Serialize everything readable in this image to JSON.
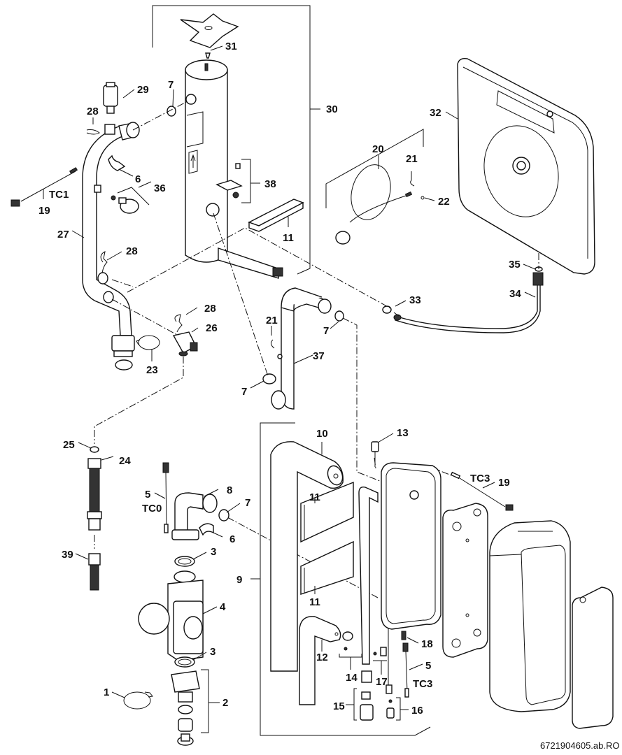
{
  "diagram": {
    "type": "exploded-parts-view",
    "reference_code": "6721904605.ab.RO",
    "labels": {
      "p1": "1",
      "p2": "2",
      "p3a": "3",
      "p3b": "3",
      "p4": "4",
      "p5a": "5",
      "p5a_sub": "TC0",
      "p5b": "5",
      "p5b_sub": "TC3",
      "p6a": "6",
      "p6b": "6",
      "p7a": "7",
      "p7b": "7",
      "p7c": "7",
      "p7d": "7",
      "p8": "8",
      "p9": "9",
      "p10": "10",
      "p11a": "11",
      "p11b": "11",
      "p11c": "11",
      "p12": "12",
      "p13": "13",
      "p14": "14",
      "p15": "15",
      "p16": "16",
      "p17": "17",
      "p18": "18",
      "p19a": "19",
      "p19a_sub": "TC1",
      "p19b": "19",
      "p19b_sub": "TC3",
      "p20": "20",
      "p21a": "21",
      "p21b": "21",
      "p22": "22",
      "p23": "23",
      "p24": "24",
      "p25": "25",
      "p26": "26",
      "p27": "27",
      "p28a": "28",
      "p28b": "28",
      "p28c": "28",
      "p29": "29",
      "p30": "30",
      "p31": "31",
      "p32": "32",
      "p33": "33",
      "p34": "34",
      "p35": "35",
      "p36": "36",
      "p37": "37",
      "p38": "38",
      "p39": "39"
    }
  }
}
